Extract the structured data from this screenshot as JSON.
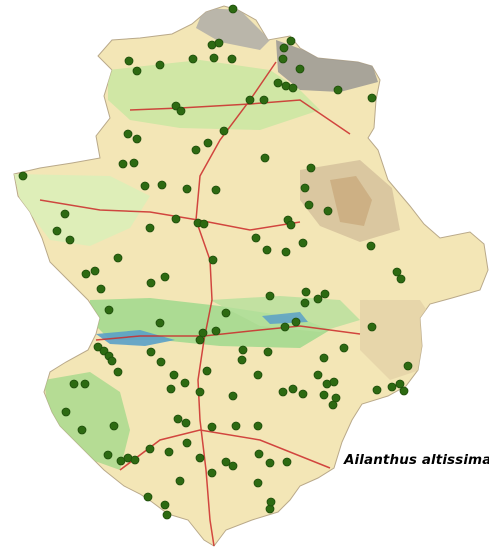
{
  "species_label": "Ailanthus altissima",
  "colors": {
    "background": "#ffffff",
    "terrain_base": "#f3e6b6",
    "lowland_green": "#c9e6a2",
    "river_basin": "#9fd88d",
    "reservoir": "#5aa0c8",
    "relief": "#d7c39d",
    "mountains": "#8f8f8f",
    "roads": "#cc2a2a",
    "occurrence_dot": "#2d6a12",
    "dot_outline": "#1f4d0b"
  },
  "map": {
    "region_outline": "region-boundary",
    "marker": "occurrence-dot"
  }
}
